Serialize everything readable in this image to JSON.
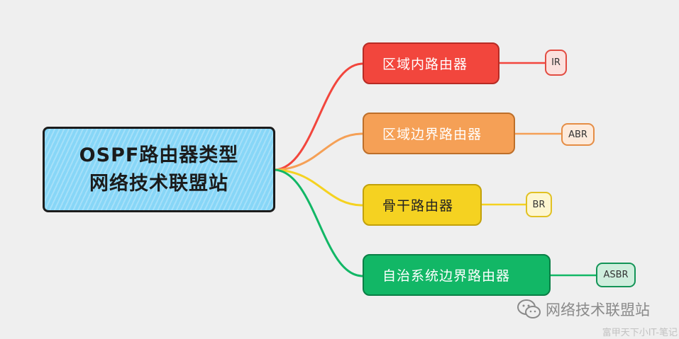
{
  "root": {
    "line1": "OSPF路由器类型",
    "line2": "网络技术联盟站"
  },
  "branches": [
    {
      "label": "区域内路由器",
      "leaf": "IR",
      "color": "#f2463d"
    },
    {
      "label": "区域边界路由器",
      "leaf": "ABR",
      "color": "#f5a056"
    },
    {
      "label": "骨干路由器",
      "leaf": "BR",
      "color": "#f5d221"
    },
    {
      "label": "自治系统边界路由器",
      "leaf": "ASBR",
      "color": "#12b766"
    }
  ],
  "watermark": {
    "text": "网络技术联盟站",
    "icon": "wechat-icon"
  },
  "credit": "富甲天下小IT-笔记"
}
